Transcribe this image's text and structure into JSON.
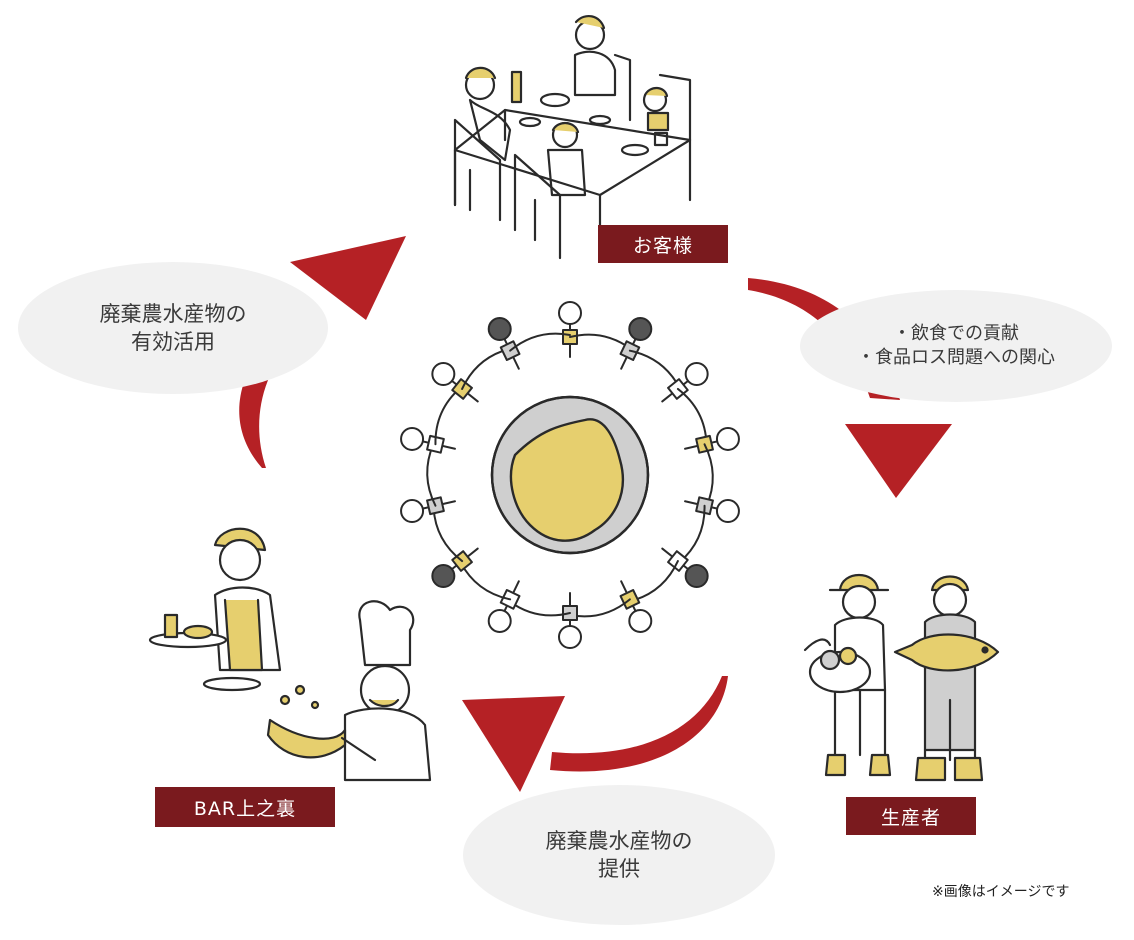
{
  "nodes": {
    "customer": "お客様",
    "producer": "生産者",
    "bar": "BAR上之裏"
  },
  "bubbles": {
    "contribution_line1": "・飲食での貢献",
    "contribution_line2": "・食品ロス問題への関心",
    "provide_line1": "廃棄農水産物の",
    "provide_line2": "提供",
    "use_line1": "廃棄農水産物の",
    "use_line2": "有効活用"
  },
  "footnote": "※画像はイメージです",
  "colors": {
    "arrow": "#b52125",
    "tag_bg": "#7a1a1e",
    "bubble_bg": "#f1f1f1",
    "accent_yellow": "#e6cf6e",
    "globe_gray": "#cfcfcf"
  },
  "icons": [
    "family-dining-illustration",
    "globe-people-illustration",
    "producers-illustration",
    "restaurant-staff-illustration",
    "cycle-arrow-icon"
  ]
}
